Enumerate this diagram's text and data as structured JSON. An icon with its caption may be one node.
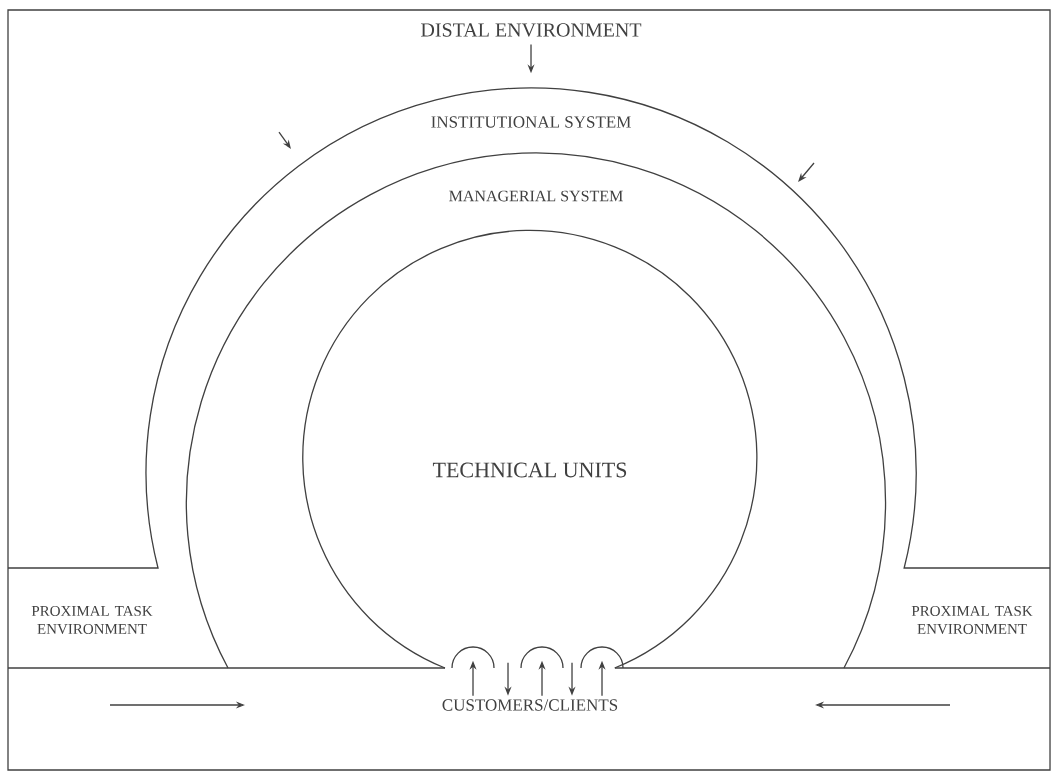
{
  "diagram": {
    "nodes": [
      {
        "text": [
          "DISTAL ENVIRONMENT"
        ]
      },
      {
        "text": [
          "INSTITUTIONAL SYSTEM"
        ]
      },
      {
        "text": [
          "MANAGERIAL SYSTEM"
        ]
      },
      {
        "text": [
          "TECHNICAL UNITS"
        ],
        "in": 2
      },
      {
        "text": [
          "PROXIMAL TASK ENVIRONMENT"
        ]
      },
      {
        "text": [
          "PROXIMAL TASK ENVIRONMENT"
        ]
      },
      {
        "text": [
          "CUSTOMERS/CLIENTS"
        ]
      }
    ],
    "edges": [
      {
        "from": 0,
        "to": 1,
        "arrow": "to"
      },
      {
        "from": 6,
        "to": 3,
        "arrow": "to"
      },
      {
        "from": 3,
        "to": 6,
        "arrow": "to"
      },
      {
        "from": 6,
        "to": 3,
        "arrow": "to"
      },
      {
        "from": 3,
        "to": 6,
        "arrow": "to"
      },
      {
        "from": 6,
        "to": 3,
        "arrow": "to"
      }
    ]
  }
}
